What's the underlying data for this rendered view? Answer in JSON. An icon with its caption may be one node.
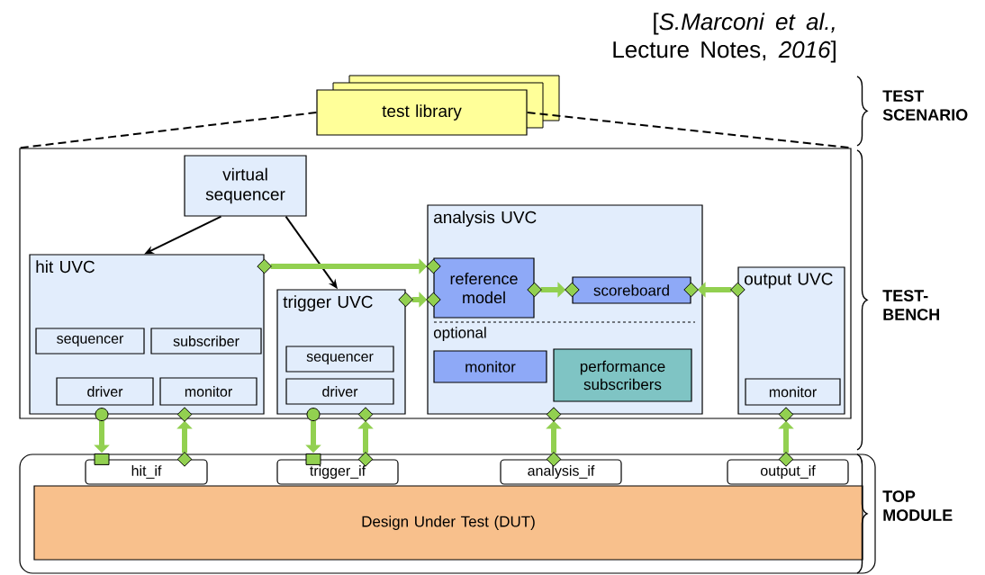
{
  "diagram": {
    "nodes": [
      {
        "text": [
          "test library"
        ]
      },
      {
        "text": [],
        "shape": "box"
      },
      {
        "text": [
          "virtual sequencer"
        ],
        "in": 1
      },
      {
        "text": [
          "hit UVC"
        ],
        "in": 1
      },
      {
        "text": [
          "sequencer"
        ],
        "in": 3
      },
      {
        "text": [
          "subscriber"
        ],
        "in": 3
      },
      {
        "text": [
          "driver"
        ],
        "in": 3
      },
      {
        "text": [
          "monitor"
        ],
        "in": 3
      },
      {
        "text": [
          "trigger UVC"
        ],
        "in": 1
      },
      {
        "text": [
          "sequencer"
        ],
        "in": 8
      },
      {
        "text": [
          "driver"
        ],
        "in": 8
      },
      {
        "text": [
          "analysis UVC",
          "optional"
        ],
        "in": 1
      },
      {
        "text": [
          "reference model"
        ],
        "in": 11
      },
      {
        "text": [
          "scoreboard"
        ],
        "in": 11
      },
      {
        "text": [
          "monitor"
        ],
        "in": 11
      },
      {
        "text": [
          "performance subscribers"
        ],
        "in": 11
      },
      {
        "text": [
          "output UVC"
        ],
        "in": 1
      },
      {
        "text": [
          "monitor"
        ],
        "in": 16
      },
      {
        "text": [],
        "shape": "box"
      },
      {
        "text": [
          "hit_if"
        ],
        "in": 18
      },
      {
        "text": [
          "trigger_if"
        ],
        "in": 18
      },
      {
        "text": [
          "analysis_if"
        ],
        "in": 18
      },
      {
        "text": [
          "output_if"
        ],
        "in": 18
      },
      {
        "text": [
          "Design Under Test (DUT)"
        ],
        "in": 18
      }
    ],
    "edges": [
      {
        "from": 0,
        "to": 1,
        "arrow": "none",
        "style": "dashed",
        "color": "#000000"
      },
      {
        "from": 0,
        "to": 1,
        "arrow": "none",
        "style": "dashed",
        "color": "#000000"
      },
      {
        "from": 2,
        "to": 3,
        "arrow": "to",
        "color": "#000000"
      },
      {
        "from": 2,
        "to": 8,
        "arrow": "to",
        "color": "#000000"
      },
      {
        "from": 3,
        "to": 12,
        "arrow": "to"
      },
      {
        "from": 8,
        "to": 12,
        "arrow": "to"
      },
      {
        "from": 12,
        "to": 13,
        "arrow": "to"
      },
      {
        "from": 16,
        "to": 13,
        "arrow": "to"
      },
      {
        "from": 3,
        "to": 19,
        "arrow": "to"
      },
      {
        "from": 19,
        "to": 3,
        "arrow": "to"
      },
      {
        "from": 8,
        "to": 20,
        "arrow": "to"
      },
      {
        "from": 20,
        "to": 8,
        "arrow": "to"
      },
      {
        "from": 21,
        "to": 11,
        "arrow": "to"
      },
      {
        "from": 22,
        "to": 16,
        "arrow": "to"
      }
    ],
    "labels": [
      "[*S.Marconi et al.,* Lecture Notes, *2016*]",
      "TEST SCENARIO",
      "TEST-BENCH",
      "TOP MODULE"
    ]
  }
}
